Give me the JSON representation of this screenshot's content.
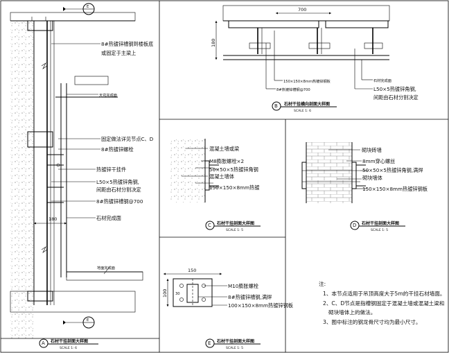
{
  "details": {
    "A": {
      "tag": "A",
      "title": "石材干挂剖面大样图",
      "scale": "SCALE 1: 6",
      "section_marker_top": "E",
      "section_marker_bottom": "E",
      "dim_width": "180",
      "labels": [
        "8#热镀锌槽钢到楼板底",
        "或固定于主梁上",
        "天花完成面",
        "固定做法详见节点C、D",
        "8#热镀锌螺栓",
        "热镀锌干挂件",
        "L50×5热镀锌角钢,",
        "间距由石材分割决定",
        "8#热镀锌槽钢@700",
        "石材完成面",
        "地面完成面"
      ]
    },
    "B": {
      "tag": "B",
      "title": "石材干挂横向剖面大样图",
      "scale": "SCALE 1: 6",
      "dim_width": "700",
      "dim_height": "180",
      "labels": [
        "150×150×8mm热镀锌钢板",
        "8#热镀锌槽钢@700",
        "石材完成面",
        "L50×5热镀锌角钢,",
        "间距由石材分割决定"
      ]
    },
    "C": {
      "tag": "C",
      "title": "石材干挂剖面大样图",
      "scale": "SCALE 1: 5",
      "labels": [
        "混凝土墙或梁",
        "M8膨胀螺栓×2",
        "50×50×5热镀锌角钢",
        "混凝土墙体",
        "150×150×8mm热镀"
      ]
    },
    "D": {
      "tag": "D",
      "title": "石材干挂剖面大样图",
      "scale": "SCALE 1: 5",
      "labels": [
        "砌块砖墙",
        "8mm穿心螺丝",
        "50×50×5热镀锌角钢,满焊",
        "砌块墙体",
        "150×150×8mm热镀锌钢板"
      ]
    },
    "E": {
      "tag": "E",
      "title": "石材干挂剖面大样图",
      "scale": "SCALE 1: 5",
      "dim_width": "150",
      "dim_height": "100",
      "dim_small": "30",
      "labels": [
        "M10膨胀螺栓",
        "8#热镀锌槽钢,满焊",
        "100×150×8mm热镀锌钢板"
      ]
    }
  },
  "notes": {
    "heading": "注:",
    "items": [
      "1、本节点适用于吊顶高度大于5m的干挂石材墙面。",
      "2、C、D节点是指槽钢固定于混凝土墙或混凝土梁和",
      "砌块墙体上的做法。",
      "3、图中标注的钢龙骨尺寸均为最小尺寸。"
    ]
  }
}
